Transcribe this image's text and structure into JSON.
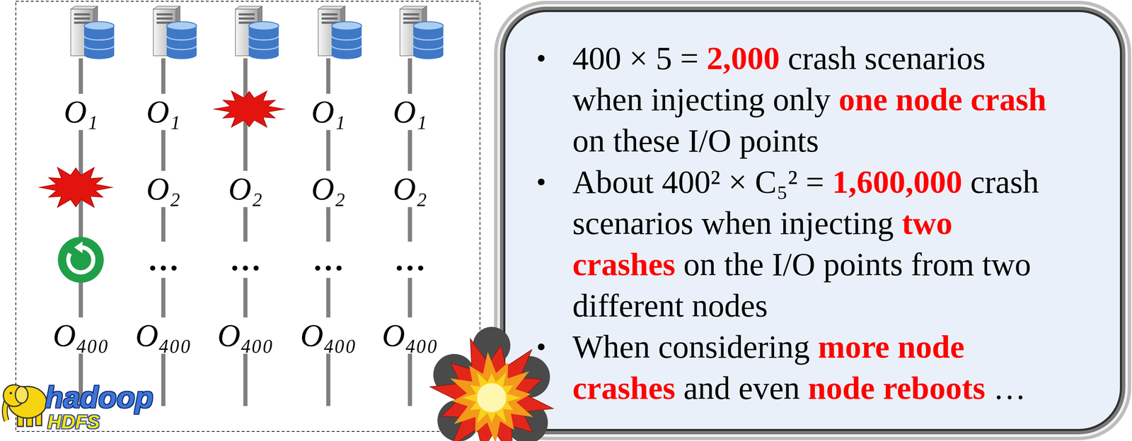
{
  "diagram": {
    "nodes": [
      {
        "text": [
          "400 × 5 = 2,000 crash scenarios when injecting only one node crash on these I/O points",
          "About 400² × C₅² = 1,600,000 crash scenarios when injecting two crashes on the I/O points from two different nodes",
          "When considering more node crashes and even node reboots …"
        ]
      }
    ],
    "labels": [
      "O₁",
      "O₁",
      "O₁",
      "O₁",
      "O₂",
      "O₂",
      "O₂",
      "O₂",
      "…",
      "…",
      "…",
      "…",
      "O₄₀₀",
      "O₄₀₀",
      "O₄₀₀",
      "O₄₀₀",
      "O₄₀₀",
      "hadoop",
      "HDFS"
    ]
  }
}
